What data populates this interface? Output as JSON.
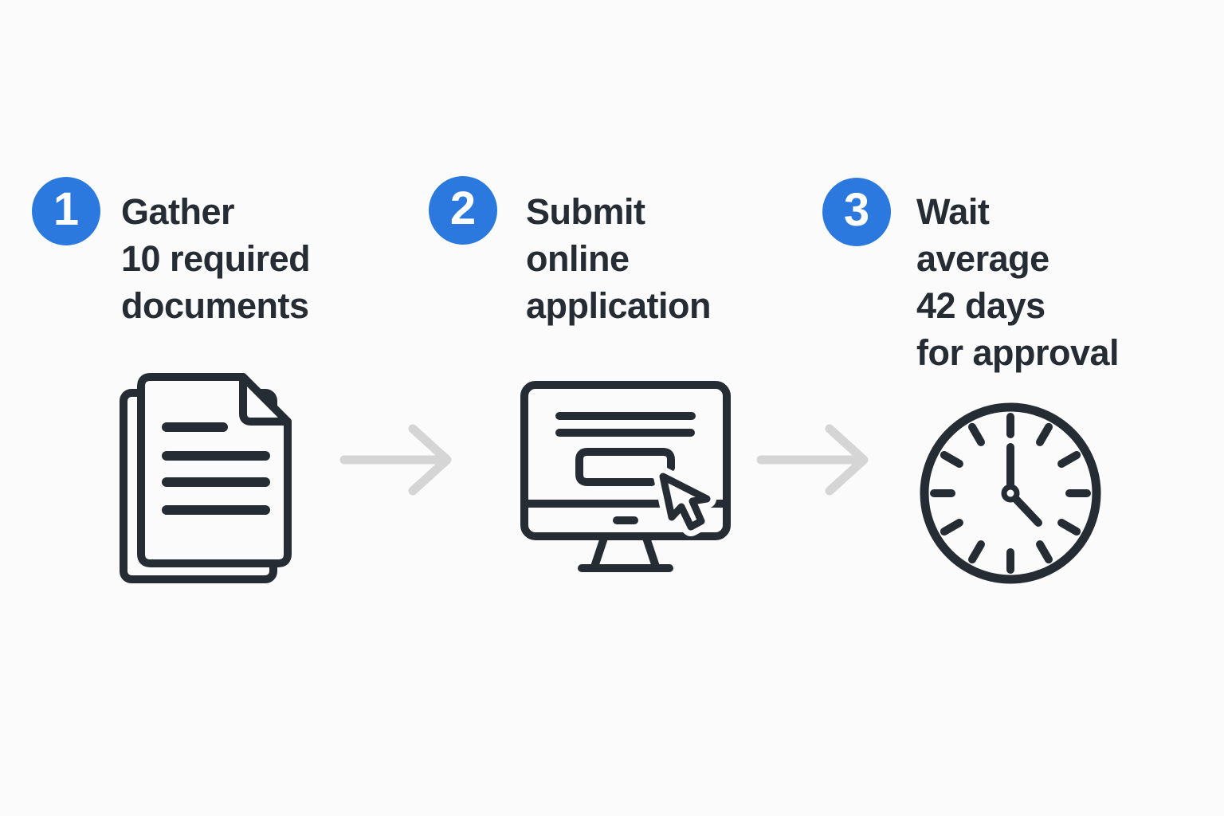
{
  "colors": {
    "background": "#fbfbfb",
    "accent_blue": "#2b79de",
    "ink": "#252c34",
    "arrow_gray": "#d5d5d5",
    "badge_number": "#ffffff"
  },
  "steps": [
    {
      "number": "1",
      "lines": [
        "Gather",
        "10 required",
        "documents"
      ],
      "icon": "documents-icon"
    },
    {
      "number": "2",
      "lines": [
        "Submit",
        "online",
        "application"
      ],
      "icon": "monitor-cursor-icon"
    },
    {
      "number": "3",
      "lines": [
        "Wait",
        "average",
        "42 days",
        "for approval"
      ],
      "icon": "clock-icon"
    }
  ],
  "connectors": [
    {
      "icon": "arrow-right-icon"
    },
    {
      "icon": "arrow-right-icon"
    }
  ]
}
